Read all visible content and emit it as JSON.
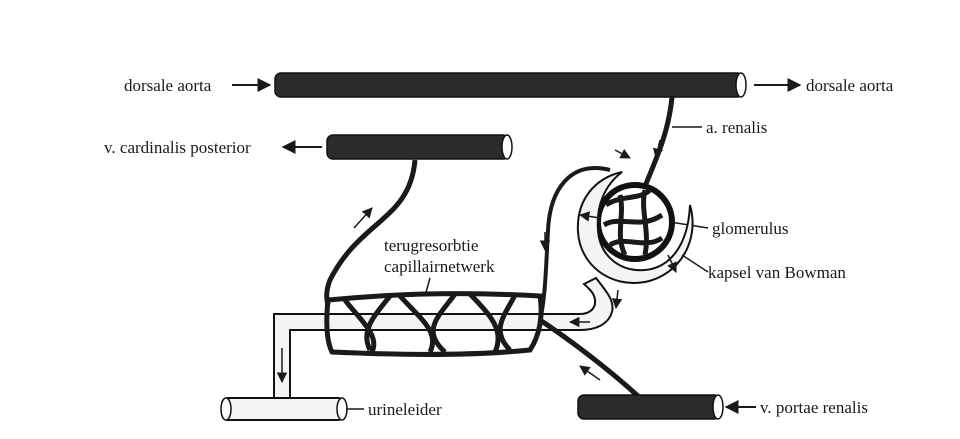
{
  "labels": {
    "dorsal_aorta_in": "dorsale aorta",
    "dorsal_aorta_out": "dorsale aorta",
    "renal_artery": "a. renalis",
    "posterior_cardinal_vein": "v. cardinalis posterior",
    "glomerulus": "glomerulus",
    "bowman_capsule": "kapsel van Bowman",
    "capillary_network_line1": "terugresorbtie",
    "capillary_network_line2": "capillairnetwerk",
    "ureter": "urineleider",
    "renal_portal_vein": "v. portae renalis"
  },
  "colors": {
    "vessel": "#2b2b2b",
    "tubule": "#f4f4f4",
    "ink": "#1a1a1a"
  }
}
